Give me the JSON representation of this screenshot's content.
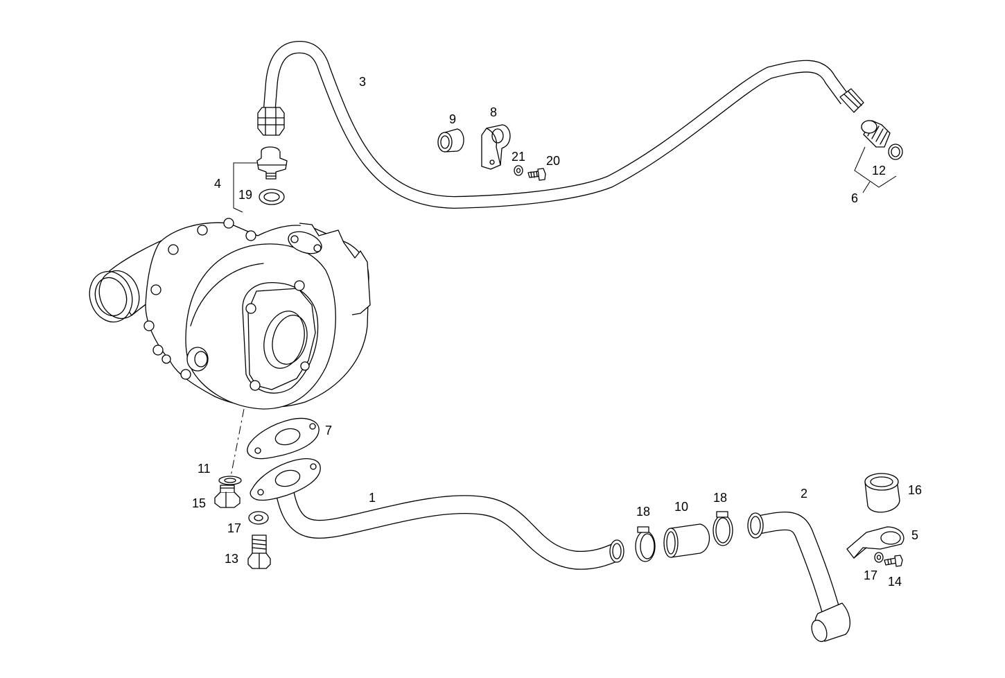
{
  "labels": {
    "p1": "1",
    "p2": "2",
    "p3": "3",
    "p4": "4",
    "p5": "5",
    "p6": "6",
    "p7": "7",
    "p8": "8",
    "p9": "9",
    "p10": "10",
    "p11": "11",
    "p12": "12",
    "p13": "13",
    "p14": "14",
    "p15": "15",
    "p16": "16",
    "p17a": "17",
    "p17b": "17",
    "p18a": "18",
    "p18b": "18",
    "p19": "19",
    "p20": "20",
    "p21": "21"
  }
}
